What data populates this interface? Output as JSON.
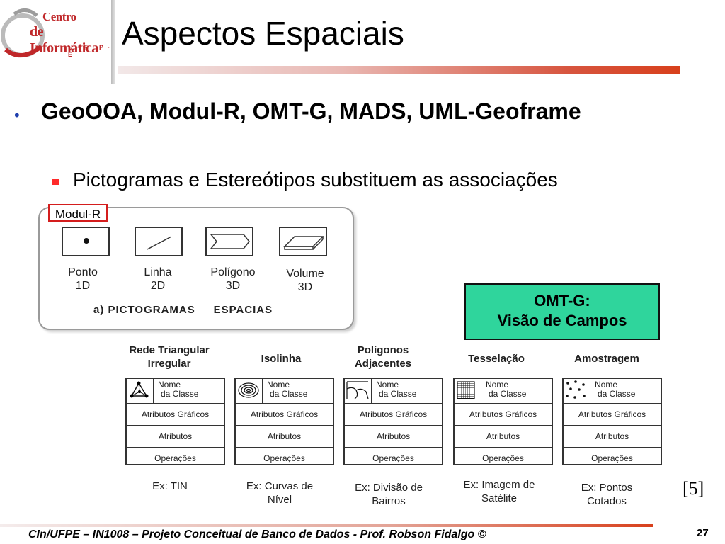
{
  "logo": {
    "line1": "Centro",
    "line2": "de Informática",
    "line3": "U · F · P · E"
  },
  "title": "Aspectos Espaciais",
  "bullets": {
    "main": "GeoOOA, Modul-R, OMT-G, MADS, UML-Geoframe",
    "sub": "Pictogramas e Estereótipos substituem as associações"
  },
  "modul_r": {
    "label": "Modul-R",
    "pictograms": [
      {
        "icon": "point-icon",
        "line1": "Ponto",
        "line2": "1D"
      },
      {
        "icon": "line-icon",
        "line1": "Linha",
        "line2": "2D"
      },
      {
        "icon": "polygon-icon",
        "line1": "Polígono",
        "line2": "3D"
      },
      {
        "icon": "volume-icon",
        "line1": "Volume",
        "line2": "3D"
      }
    ],
    "caption": "a) PICTOGRAMAS     ESPACIAS"
  },
  "omtg": {
    "line1": "OMT-G:",
    "line2": "Visão de Campos"
  },
  "classes": [
    {
      "title1": "Rede Triangular",
      "title2": "Irregular",
      "icon": "triangle-network-icon",
      "ex1": "Ex: TIN",
      "ex2": ""
    },
    {
      "title1": "Isolinha",
      "title2": "",
      "icon": "isoline-icon",
      "ex1": "Ex: Curvas de",
      "ex2": "Nível"
    },
    {
      "title1": "Polígonos",
      "title2": "Adjacentes",
      "icon": "adjacent-polygons-icon",
      "ex1": "Ex: Divisão de",
      "ex2": "Bairros"
    },
    {
      "title1": "Tesselação",
      "title2": "",
      "icon": "grid-icon",
      "ex1": "Ex: Imagem de",
      "ex2": "Satélite"
    },
    {
      "title1": "Amostragem",
      "title2": "",
      "icon": "sample-points-icon",
      "ex1": "Ex: Pontos",
      "ex2": "Cotados"
    }
  ],
  "class_rows": {
    "name1": "Nome",
    "name2": "da Classe",
    "attrs_graphic": "Atributos Gráficos",
    "attrs": "Atributos",
    "ops": "Operações"
  },
  "reference": "[5]",
  "footer": "CIn/UFPE – IN1008 – Projeto Conceitual de Banco de Dados - Prof. Robson Fidalgo ©",
  "page_number": "27",
  "colors": {
    "accent_red": "#d8401c",
    "omtg_green": "#2fd59c",
    "bullet_blue": "#1f3fae"
  }
}
